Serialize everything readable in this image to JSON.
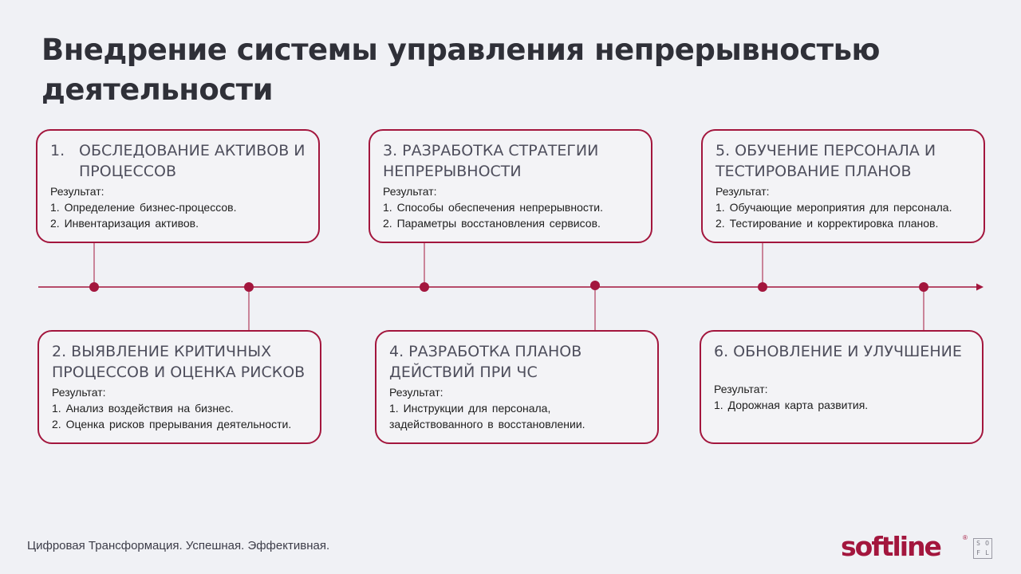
{
  "title": "Внедрение системы управления непрерывностью деятельности",
  "accent_color": "#a3163d",
  "steps": [
    {
      "num": "1.",
      "heading": "ОБСЛЕДОВАНИЕ АКТИВОВ И ПРОЦЕССОВ",
      "result_label": "Результат:",
      "items": [
        "1. Определение бизнес-процессов.",
        "2. Инвентаризация активов."
      ]
    },
    {
      "heading": "2. ВЫЯВЛЕНИЕ КРИТИЧНЫХ ПРОЦЕССОВ И ОЦЕНКА РИСКОВ",
      "result_label": "Результат:",
      "items": [
        "1. Анализ воздействия на бизнес.",
        "2. Оценка рисков прерывания деятельности."
      ]
    },
    {
      "heading": "3. РАЗРАБОТКА СТРАТЕГИИ НЕПРЕРЫВНОСТИ",
      "result_label": "Результат:",
      "items": [
        "1. Способы обеспечения непрерывности.",
        "2. Параметры восстановления сервисов."
      ]
    },
    {
      "heading": "4. РАЗРАБОТКА ПЛАНОВ ДЕЙСТВИЙ ПРИ ЧС",
      "result_label": "Результат:",
      "items": [
        "1. Инструкции для персонала,",
        "задействованного в восстановлении."
      ]
    },
    {
      "heading": "5. ОБУЧЕНИЕ ПЕРСОНАЛА И ТЕСТИРОВАНИЕ ПЛАНОВ",
      "result_label": "Результат:",
      "items": [
        "1. Обучающие мероприятия для персонала.",
        "2. Тестирование и корректировка планов."
      ]
    },
    {
      "heading": "6. ОБНОВЛЕНИЕ И УЛУЧШЕНИЕ",
      "result_label": "Результат:",
      "items": [
        "1. Дорожная карта развития."
      ]
    }
  ],
  "footer": {
    "tagline": "Цифровая Трансформация. Успешная. Эффективная.",
    "logo_text": "softline",
    "logo_reg": "®",
    "logo_box": [
      "S",
      "O",
      "F",
      "L"
    ]
  }
}
